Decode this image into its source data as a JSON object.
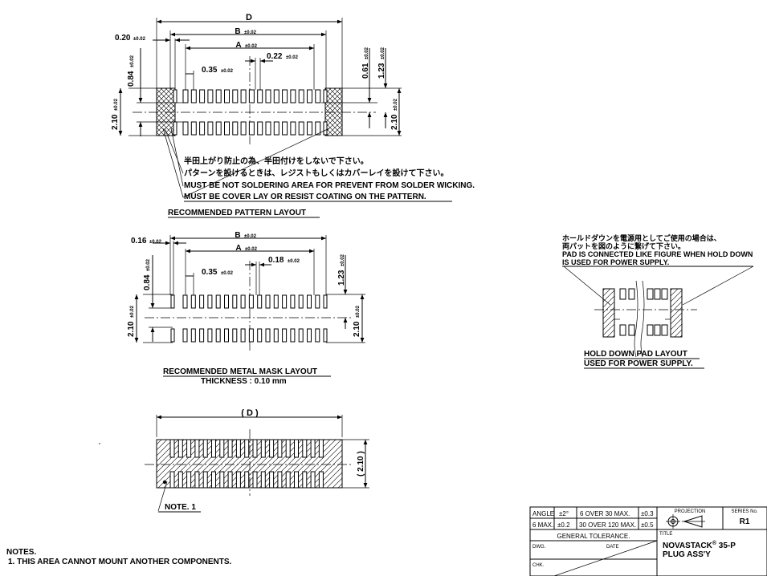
{
  "pattern": {
    "dim_d": "D",
    "dim_b": "B",
    "dim_a": "A",
    "tol": "±0.02",
    "dim_020": "0.20",
    "dim_035": "0.35",
    "dim_022": "0.22",
    "dim_084": "0.84",
    "dim_210_left": "2.10",
    "dim_061": "0.61",
    "dim_123": "1.23",
    "dim_210_right": "2.10",
    "note_jp1": "半田上がり防止の為、半田付けをしないで下さい。",
    "note_jp2": "パターンを設けるときは、レジストもしくはカバーレイを設けて下さい。",
    "note_en1": "MUST BE NOT SOLDERING AREA FOR PREVENT FROM SOLDER WICKING.",
    "note_en2": "MUST BE COVER LAY OR RESIST COATING ON THE PATTERN.",
    "caption": "RECOMMENDED PATTERN LAYOUT"
  },
  "mask": {
    "dim_b": "B",
    "dim_a": "A",
    "tol": "±0.02",
    "dim_016": "0.16",
    "dim_035": "0.35",
    "dim_018": "0.18",
    "dim_084": "0.84",
    "dim_123": "1.23",
    "dim_210_left": "2.10",
    "dim_210_right": "2.10",
    "caption": "RECOMMENDED METAL MASK LAYOUT",
    "thickness": "THICKNESS : 0.10 mm"
  },
  "holddown": {
    "note_jp1": "ホールドダウンを電源用としてご使用の場合は、",
    "note_jp2": "両パットを図のように繋げて下さい。",
    "note_en1": "PAD IS CONNECTED LIKE FIGURE WHEN HOLD DOWN",
    "note_en2": "IS USED FOR POWER SUPPLY.",
    "caption1": "HOLD DOWN PAD LAYOUT",
    "caption2": "USED FOR POWER SUPPLY."
  },
  "area": {
    "dim_d": "( D )",
    "dim_210": "( 2.10 )",
    "note_label": "NOTE. 1"
  },
  "notes": {
    "title": "NOTES.",
    "item1": "1. THIS AREA CANNOT MOUNT ANOTHER COMPONENTS."
  },
  "titleblock": {
    "angle": "ANGLE",
    "angle_tol": "±2°",
    "r1a": "6 OVER 30 MAX.",
    "r1b": "±0.3",
    "r2a": "6 MAX.",
    "r2b": "±0.2",
    "r2c": "30 OVER 120 MAX.",
    "r2d": "±0.5",
    "general": "GENERAL TOLERANCE.",
    "projection": "PROJECTION",
    "series": "SERIES No.",
    "series_val": "R1",
    "title_label": "TITLE",
    "title1": "NOVASTACK",
    "reg": "®",
    "title1b": " 35-P",
    "title2": "PLUG ASS'Y",
    "dwg": "DWG.",
    "date": "DATE",
    "chk": "CHK."
  }
}
